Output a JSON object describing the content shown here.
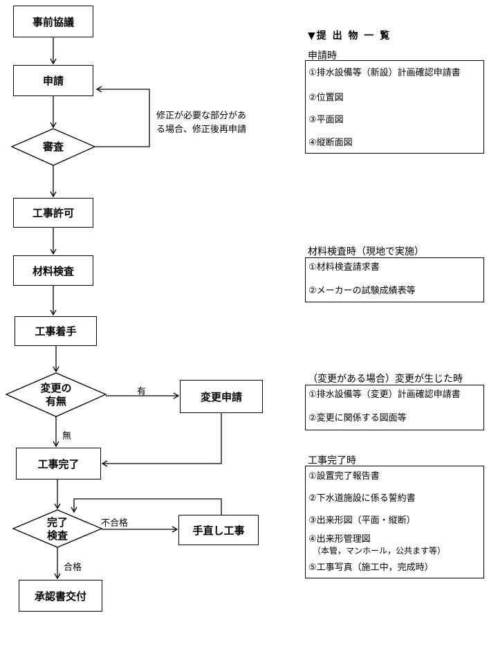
{
  "flow": {
    "pre_consult": "事前協議",
    "apply": "申請",
    "review": "審査",
    "revise_note_1": "修正が必要な部分があ",
    "revise_note_2": "る場合、修正後再申請",
    "permit": "工事許可",
    "material_check": "材料検査",
    "start": "工事着手",
    "change_q_1": "変更の",
    "change_q_2": "有無",
    "yes": "有",
    "no": "無",
    "change_apply": "変更申請",
    "complete": "工事完了",
    "inspect_1": "完了",
    "inspect_2": "検査",
    "fail": "不合格",
    "rework": "手直し工事",
    "pass": "合格",
    "approval": "承認書交付"
  },
  "panel": {
    "title": "▼提 出 物 一 覧",
    "sections": [
      {
        "heading": "申請時",
        "items": [
          "①排水設備等（新設）計画確認申請書",
          "②位置図",
          "③平面図",
          "④縦断面図"
        ]
      },
      {
        "heading": "材料検査時（現地で実施）",
        "items": [
          "①材料検査請求書",
          "②メーカーの試験成績表等"
        ]
      },
      {
        "heading": "（変更がある場合）変更が生じた時",
        "items": [
          "①排水設備等（変更）計画確認申請書",
          "②変更に関係する図面等"
        ]
      },
      {
        "heading": "工事完了時",
        "items": [
          "①設置完了報告書",
          "②下水道施設に係る誓約書",
          "③出来形図（平面・縦断）",
          "④出来形管理図",
          "（本管，マンホール，公共ます等）",
          "⑤工事写真（施工中，完成時）"
        ]
      }
    ]
  }
}
